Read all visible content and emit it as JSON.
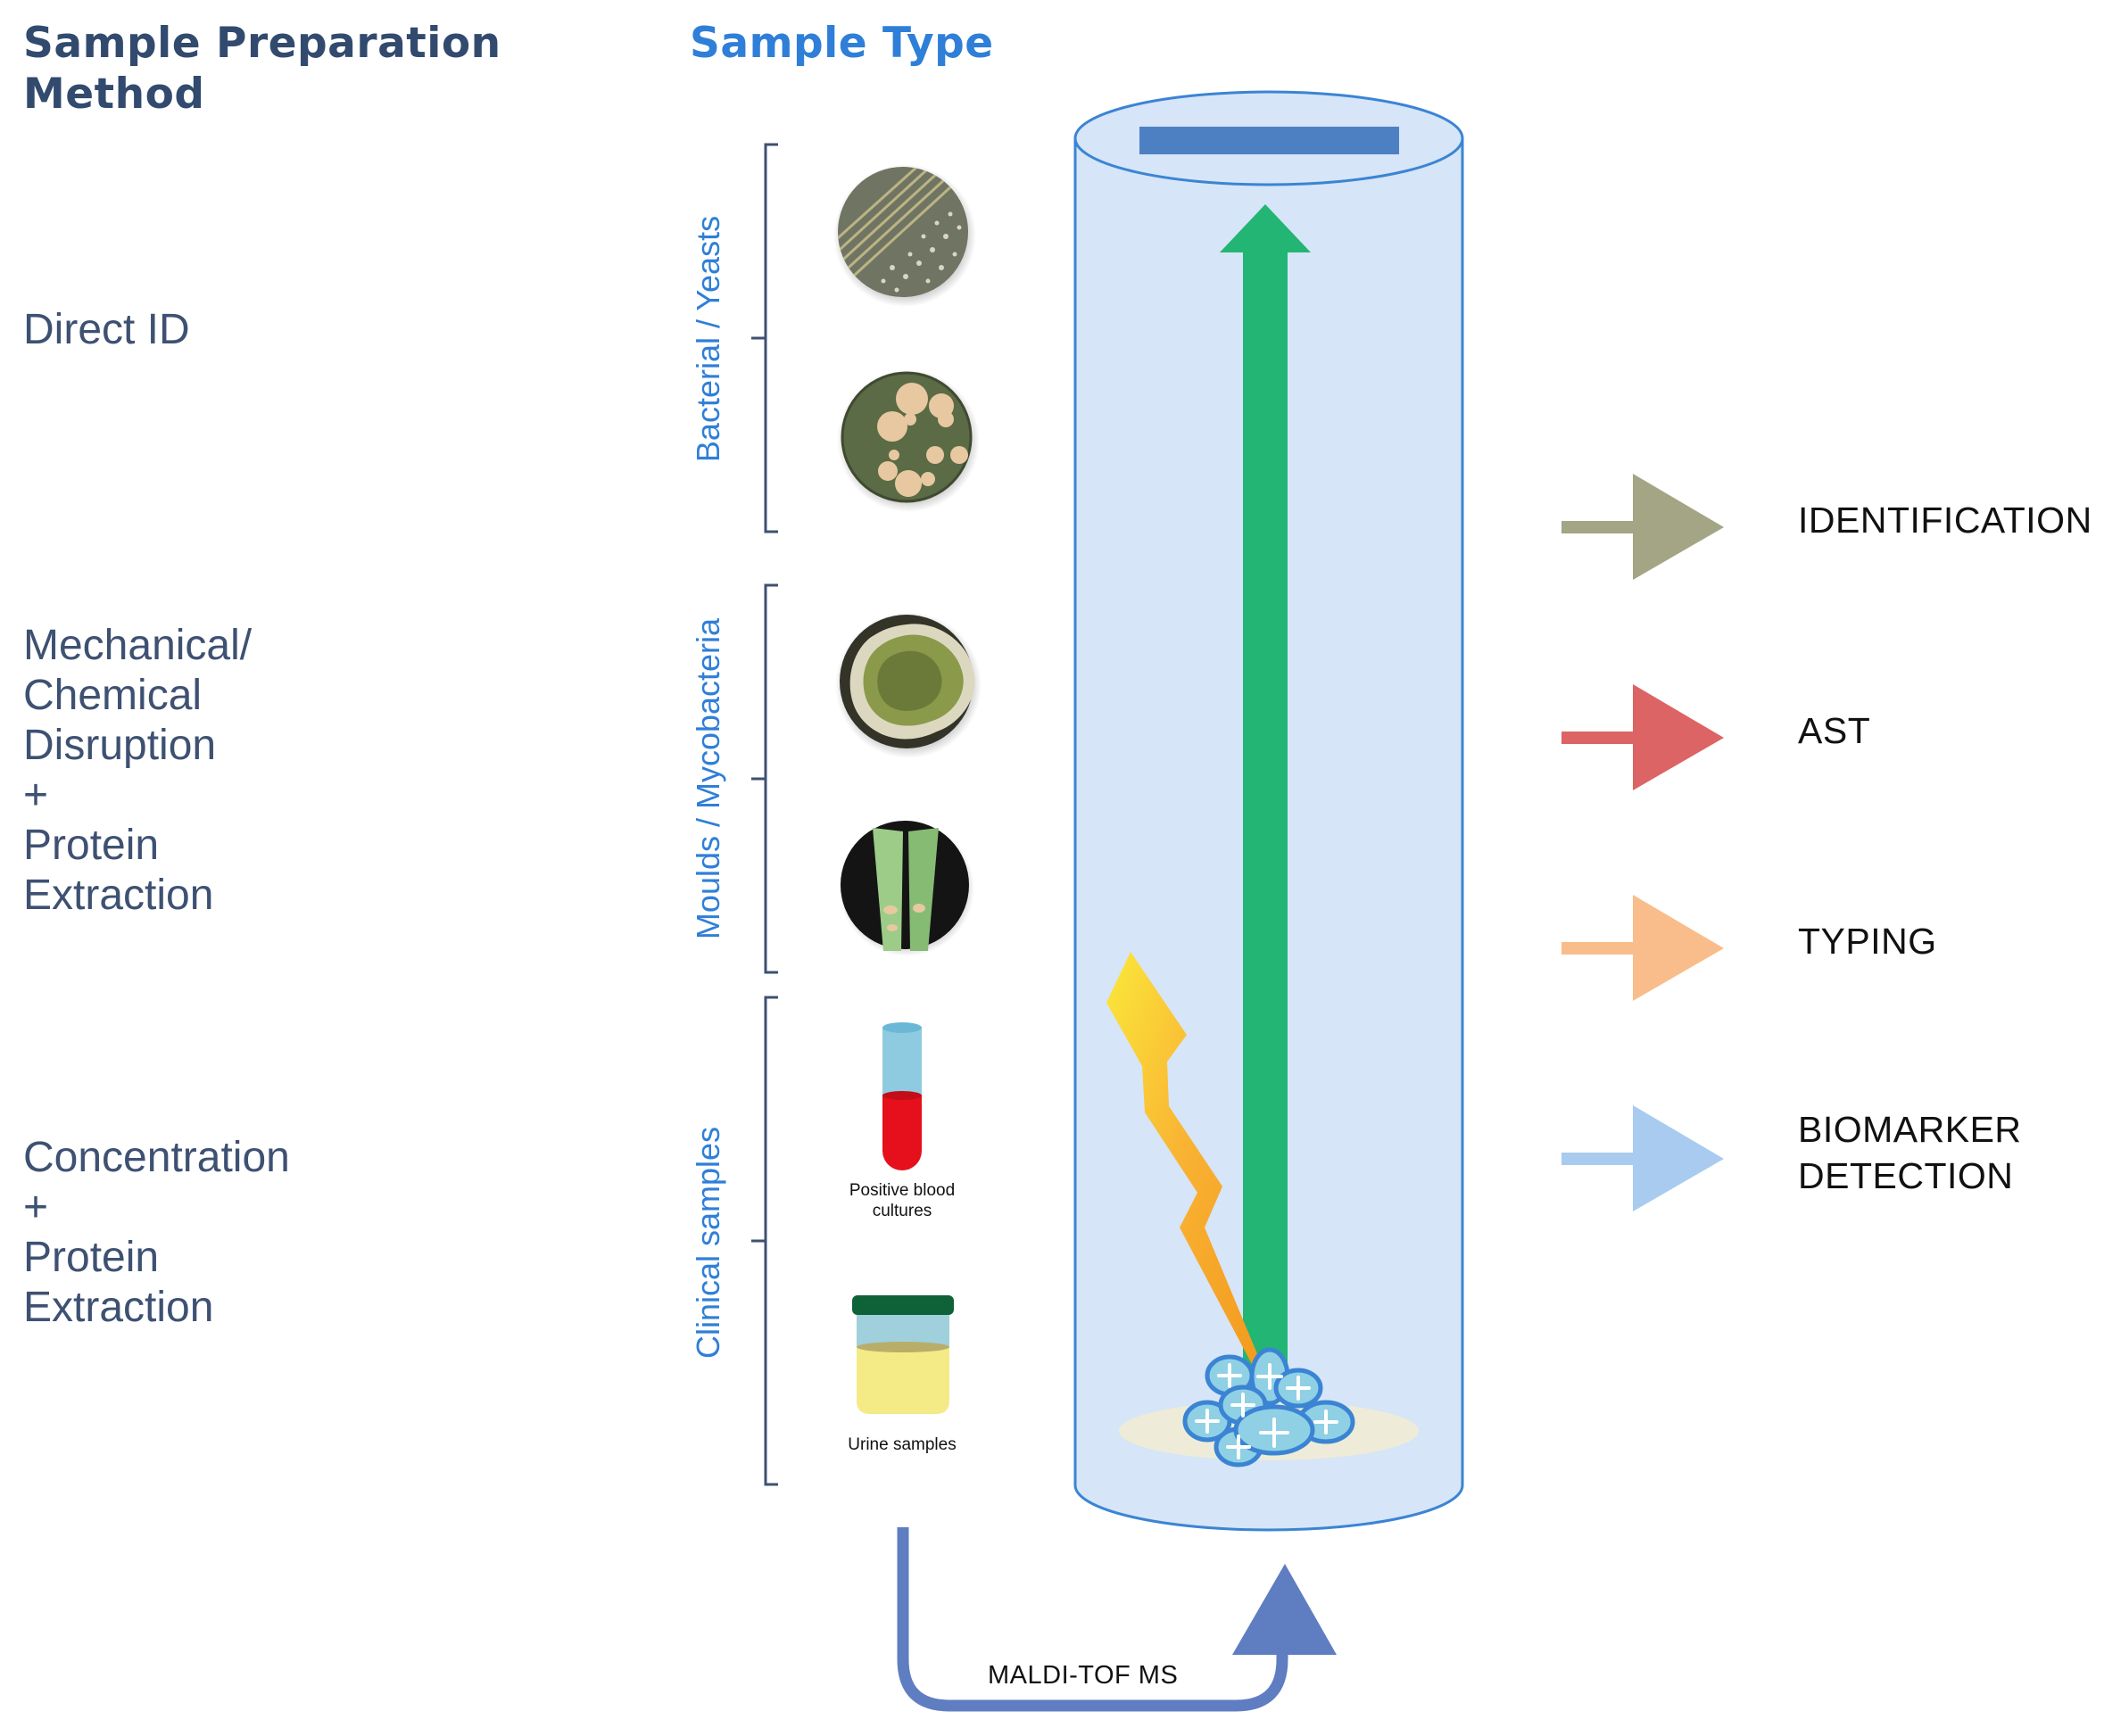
{
  "headers": {
    "method": "Sample Preparation Method",
    "type": "Sample Type"
  },
  "methods": [
    "Direct ID",
    "Mechanical/\nChemical\nDisruption\n+\nProtein\nExtraction",
    "Concentration\n+\nProtein\nExtraction"
  ],
  "groups": [
    "Bacterial / Yeasts",
    "Moulds / Mycobacteria",
    "Clinical samples"
  ],
  "clinical_items": {
    "blood": "Positive blood\ncultures",
    "urine": "Urine samples"
  },
  "outputs": [
    {
      "label": "IDENTIFICATION",
      "color": "#a3a584"
    },
    {
      "label": "AST",
      "color": "#dc6464"
    },
    {
      "label": "TYPING",
      "color": "#f9bd8b"
    },
    {
      "label": "BIOMARKER\nDETECTION",
      "color": "#a8cbef"
    }
  ],
  "process_label": "MALDI-TOF MS",
  "colors": {
    "header_dark": "#324a6e",
    "header_blue": "#2f7fd8",
    "tube_fill": "#d6e5f7",
    "tube_stroke": "#3b84d4",
    "detector_bar": "#4d80c2",
    "flight_arrow": "#22b573",
    "process_arrow": "#5f7dc1"
  },
  "icons": [
    "culture-plate-icon",
    "colony-plate-icon",
    "mould-plate-icon",
    "mycobacteria-tube-icon",
    "blood-tube-icon",
    "urine-container-icon",
    "laser-bolt-icon",
    "ion-cloud-icon"
  ]
}
